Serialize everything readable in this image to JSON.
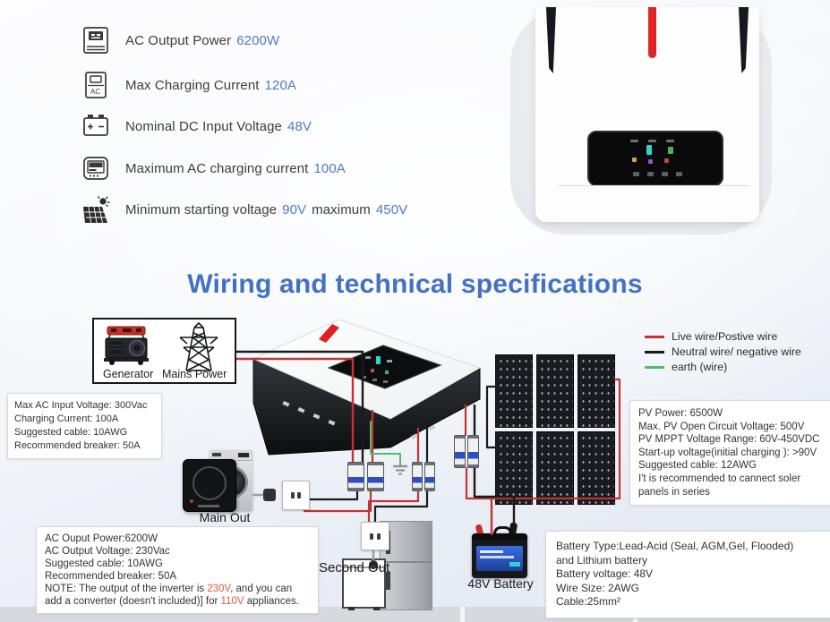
{
  "title": "Wiring and technical specifications",
  "specs": {
    "items": [
      {
        "icon": "inverter-icon",
        "label": "AC Output Power",
        "value": "6200W"
      },
      {
        "icon": "charger-icon",
        "label": "Max Charging Current",
        "value": "120A"
      },
      {
        "icon": "battery-icon",
        "label": "Nominal DC Input Voltage",
        "value": "48V"
      },
      {
        "icon": "ac-meter-icon",
        "label": "Maximum AC charging current",
        "value": "100A"
      },
      {
        "icon": "solar-panel-icon",
        "label": "Minimum starting voltage",
        "value": "90V",
        "label2": "maximum",
        "value2": "450V"
      }
    ]
  },
  "legend": {
    "items": [
      {
        "swatch": "#c23434",
        "label": "Live wire/Postive wire"
      },
      {
        "swatch": "#1a1a1a",
        "label": "Neutral wire/ negative wire"
      },
      {
        "swatch": "#57b96e",
        "label": "earth (wire)"
      }
    ]
  },
  "generator_box": {
    "generator_label": "Generator",
    "mains_label": "Mains Power"
  },
  "ac_input_box": {
    "lines": [
      "Max AC Input Voltage: 300Vac",
      "Charging Current: 100A",
      "Suggested cable: 10AWG",
      "Recommended breaker: 50A"
    ]
  },
  "pv_box": {
    "lines": [
      "PV Power: 6500W",
      "Max. PV Open Circuit Voltage: 500V",
      "PV MPPT Voltage Range: 60V-450VDC",
      "Start-up voltage(initial charging ): >90V",
      "Suggested cable: 12AWG",
      "I't is recommended to cannect soler panels in series"
    ]
  },
  "ac_output_box": {
    "lines": [
      "AC Ouput Power:6200W",
      "AC Output Voltage: 230Vac",
      "Suggested cable: 10AWG",
      "Recommended breaker: 50A"
    ],
    "note_part1": "NOTE: The output of the inverter is ",
    "note_value1": "230V",
    "note_part2": ", and you can add a converter (doesn't included)] for ",
    "note_value2": "110V",
    "note_part3": " appliances."
  },
  "battery_box": {
    "lines": [
      "Battery Type:Lead-Acid (Seal, AGM,Gel, Flooded)",
      "and Lithium battery",
      "Battery voltage: 48V",
      "Wire Size: 2AWG",
      "Cable:25mm²"
    ]
  },
  "diagram_labels": {
    "main_out": "Main Out",
    "second_out": "Second Out",
    "battery": "48V Battery"
  },
  "colors": {
    "value_blue": "#4d7cc1",
    "title_blue": "#4471c3",
    "note_red": "#e05a45",
    "wire_live": "#c23434",
    "wire_neutral": "#1a1a1a",
    "wire_earth": "#57b96e"
  }
}
